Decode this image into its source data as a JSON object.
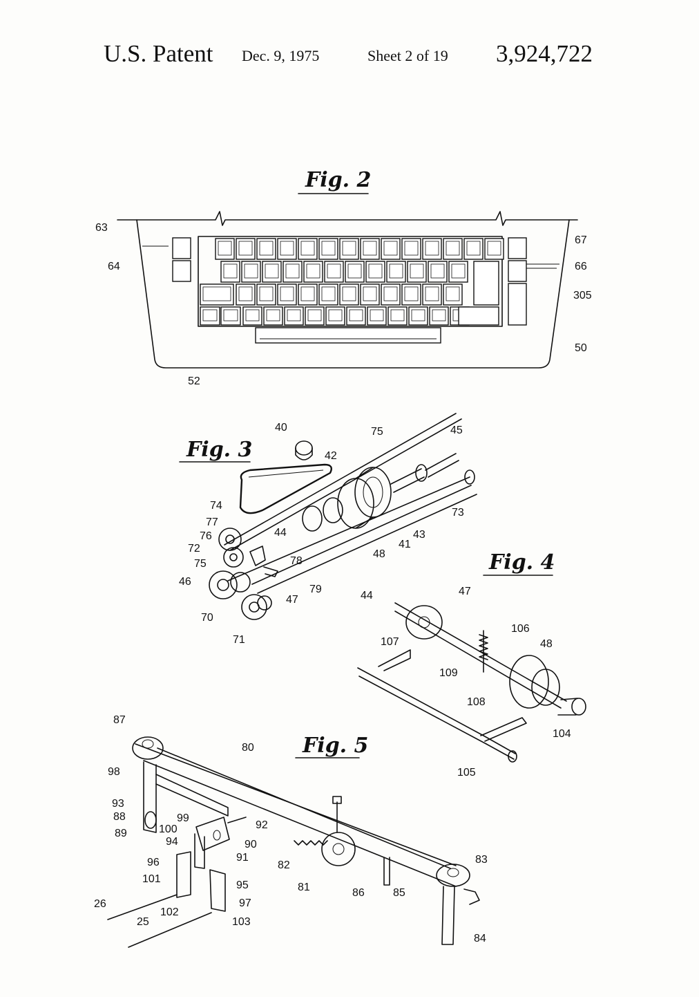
{
  "header": {
    "title": "U.S. Patent",
    "date": "Dec. 9, 1975",
    "sheet": "Sheet 2 of 19",
    "number": "3,924,722"
  },
  "figures": {
    "fig2": "Fig. 2",
    "fig3": "Fig. 3",
    "fig4": "Fig. 4",
    "fig5": "Fig. 5"
  },
  "labels": {
    "fig2": [
      "63",
      "64",
      "67",
      "66",
      "305",
      "50",
      "52"
    ],
    "fig3": [
      "40",
      "75",
      "45",
      "42",
      "74",
      "77",
      "76",
      "72",
      "75",
      "46",
      "70",
      "71",
      "44",
      "78",
      "79",
      "47",
      "48",
      "41",
      "43",
      "73"
    ],
    "fig4": [
      "44",
      "47",
      "106",
      "107",
      "48",
      "109",
      "108",
      "104",
      "105"
    ],
    "fig5": [
      "87",
      "80",
      "98",
      "93",
      "88",
      "89",
      "99",
      "92",
      "100",
      "90",
      "94",
      "91",
      "96",
      "95",
      "101",
      "97",
      "102",
      "26",
      "25",
      "103",
      "82",
      "81",
      "86",
      "85",
      "83",
      "84"
    ]
  }
}
